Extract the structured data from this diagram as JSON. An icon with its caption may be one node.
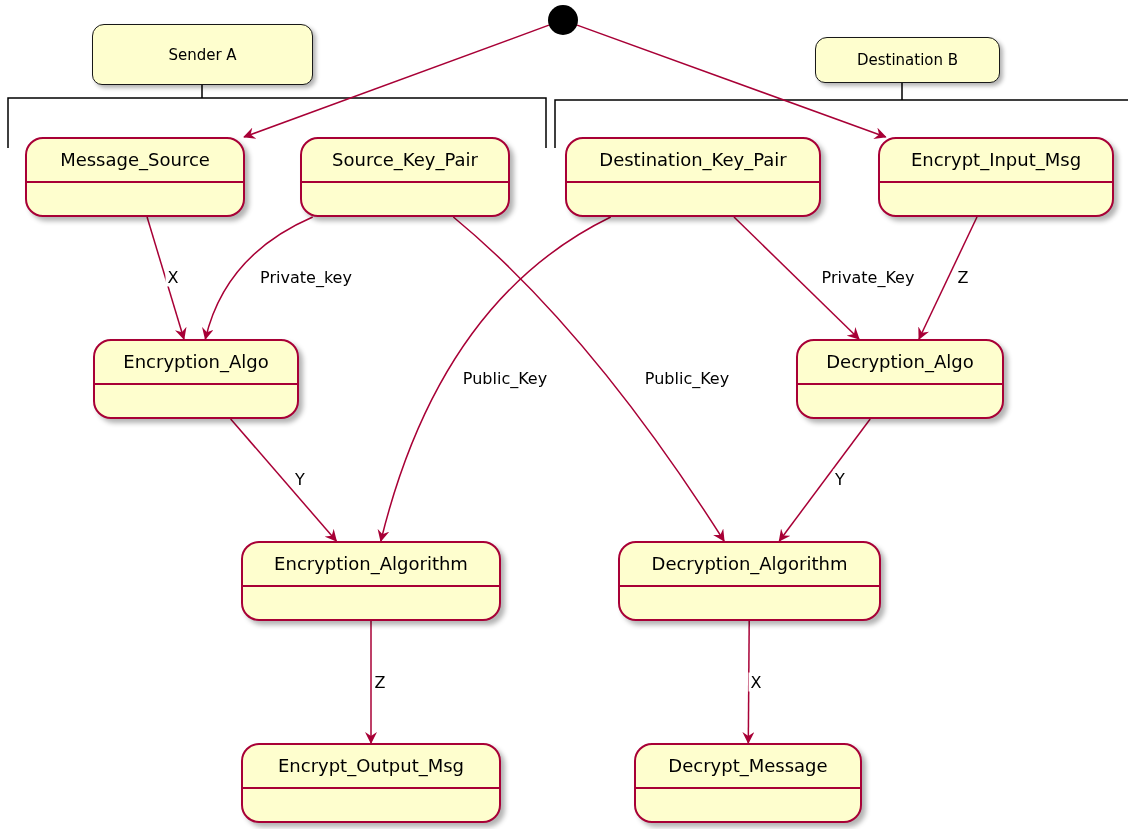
{
  "diagram": {
    "nodes": [
      {
        "text": [],
        "shape": "circle"
      },
      {
        "text": [
          "Sender A"
        ]
      },
      {
        "text": [
          "Destination B"
        ]
      },
      {
        "text": [
          "Message_Source"
        ]
      },
      {
        "text": [
          "Source_Key_Pair"
        ]
      },
      {
        "text": [
          "Destination_Key_Pair"
        ]
      },
      {
        "text": [
          "Encrypt_Input_Msg"
        ]
      },
      {
        "text": [
          "Encryption_Algo"
        ]
      },
      {
        "text": [
          "Decryption_Algo"
        ]
      },
      {
        "text": [
          "Encryption_Algorithm"
        ]
      },
      {
        "text": [
          "Decryption_Algorithm"
        ]
      },
      {
        "text": [
          "Encrypt_Output_Msg"
        ]
      },
      {
        "text": [
          "Decrypt_Message"
        ]
      }
    ],
    "edges": [
      {
        "from": 0,
        "to": 3,
        "arrow": "to"
      },
      {
        "from": 0,
        "to": 6,
        "arrow": "to"
      },
      {
        "from": 3,
        "to": 7,
        "arrow": "to",
        "label": "X"
      },
      {
        "from": 4,
        "to": 7,
        "arrow": "to",
        "label": "Private_key"
      },
      {
        "from": 5,
        "to": 9,
        "arrow": "to",
        "label": "Public_Key"
      },
      {
        "from": 4,
        "to": 10,
        "arrow": "to",
        "label": "Public_Key"
      },
      {
        "from": 5,
        "to": 8,
        "arrow": "to",
        "label": "Private_Key"
      },
      {
        "from": 6,
        "to": 8,
        "arrow": "to",
        "label": "Z"
      },
      {
        "from": 7,
        "to": 9,
        "arrow": "to",
        "label": "Y"
      },
      {
        "from": 8,
        "to": 10,
        "arrow": "to",
        "label": "Y"
      },
      {
        "from": 9,
        "to": 11,
        "arrow": "to",
        "label": "Z"
      },
      {
        "from": 10,
        "to": 12,
        "arrow": "to",
        "label": "X"
      }
    ]
  }
}
